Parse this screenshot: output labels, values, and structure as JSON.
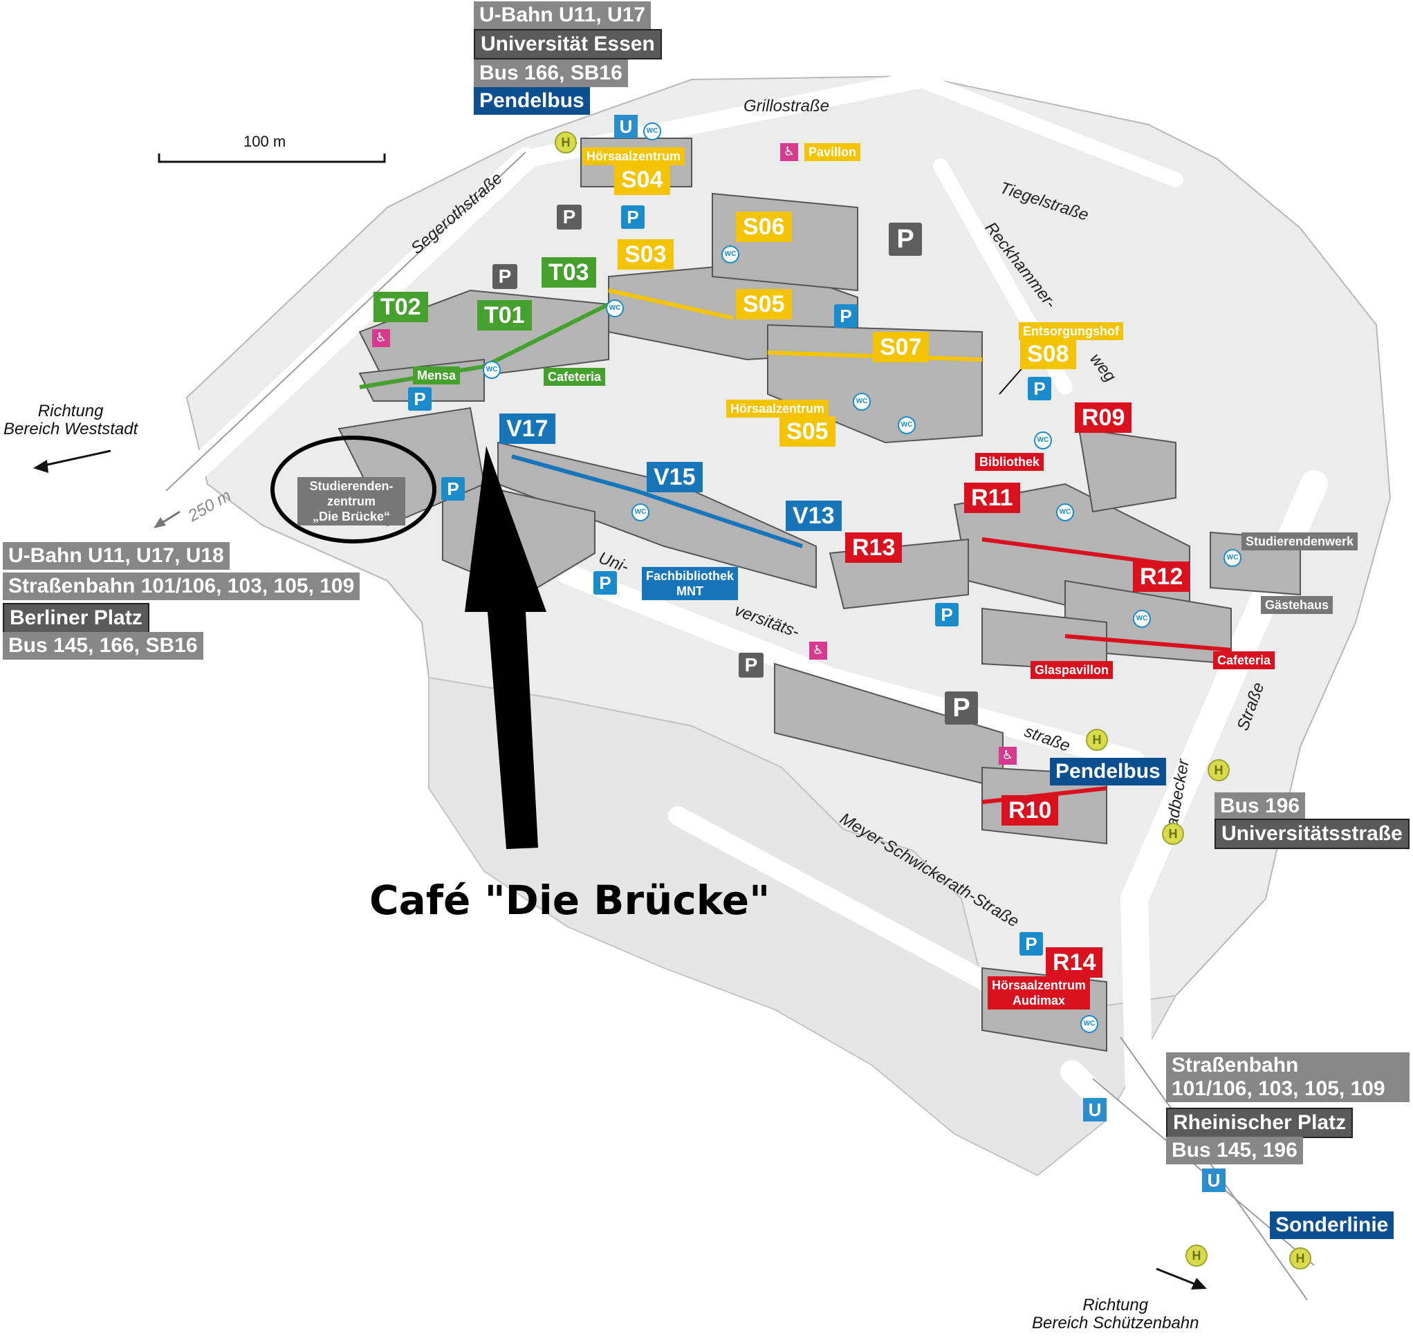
{
  "scale": {
    "label": "100 m"
  },
  "distance": "250 m",
  "caption": "Café \"Die Brücke\"",
  "directions": {
    "west": [
      "Richtung",
      "Bereich Weststadt"
    ],
    "south": [
      "Richtung",
      "Bereich Schützenbahn"
    ]
  },
  "streets": {
    "grillo": "Grillostraße",
    "segeroth": "Segerothstraße",
    "tiegel": "Tiegelstraße",
    "reckhammer1": "Reckhammer-",
    "reckhammer2": "weg",
    "uni1": "Uni-",
    "uni2": "versitäts-",
    "uni3": "straße",
    "meyer": "Meyer-Schwickerath-Straße",
    "gladbecker": "Gladbecker",
    "strasse": "Straße"
  },
  "transit": {
    "top": {
      "line1": "U-Bahn U11, U17",
      "name": "Universität Essen",
      "bus": "Bus 166, SB16",
      "shuttle": "Pendelbus"
    },
    "west": {
      "line1": "U-Bahn U11, U17, U18",
      "tram": "Straßenbahn 101/106, 103, 105, 109",
      "name": "Berliner Platz",
      "bus": "Bus 145, 166, SB16"
    },
    "east": {
      "bus": "Bus 196",
      "name": "Universitätsstraße"
    },
    "pendelbus": "Pendelbus",
    "southeast": {
      "tram1": "Straßenbahn",
      "tram2": "101/106, 103, 105, 109",
      "name": "Rheinischer Platz",
      "bus": "Bus 145, 196"
    },
    "special": "Sonderlinie"
  },
  "buildings": {
    "s04": "S04",
    "s03": "S03",
    "s06": "S06",
    "s05a": "S05",
    "s07": "S07",
    "s08": "S08",
    "s05b": "S05",
    "t01": "T01",
    "t02": "T02",
    "t03": "T03",
    "v17": "V17",
    "v15": "V15",
    "v13": "V13",
    "r09": "R09",
    "r11": "R11",
    "r12": "R12",
    "r13": "R13",
    "r10": "R10",
    "r14": "R14"
  },
  "facilities": {
    "hz_s04": "Hörsaalzentrum",
    "pavillon": "Pavillon",
    "entsorgung": "Entsorgungshof",
    "hz_s05": "Hörsaalzentrum",
    "mensa": "Mensa",
    "cafeteria_t": "Cafeteria",
    "bibliothek": "Bibliothek",
    "studierendenwerk": "Studierendenwerk",
    "gaestehaus": "Gästehaus",
    "glaspavillon": "Glaspavillon",
    "cafeteria_r": "Cafeteria",
    "fachbib1": "Fachbibliothek",
    "fachbib2": "MNT",
    "audimax1": "Hörsaalzentrum",
    "audimax2": "Audimax",
    "sz1": "Studierenden-",
    "sz2": "zentrum",
    "sz3": "„Die Brücke“"
  },
  "icons": {
    "parking": "P",
    "ubahn": "U",
    "bus_stop": "H",
    "wc": "WC",
    "accessible": "♿"
  },
  "colors": {
    "s_area": "#f4c400",
    "t_area": "#46a02e",
    "v_area": "#1775b9",
    "r_area": "#d9101d",
    "transit_gray": "#878787",
    "shuttle_blue": "#0b4f91"
  }
}
